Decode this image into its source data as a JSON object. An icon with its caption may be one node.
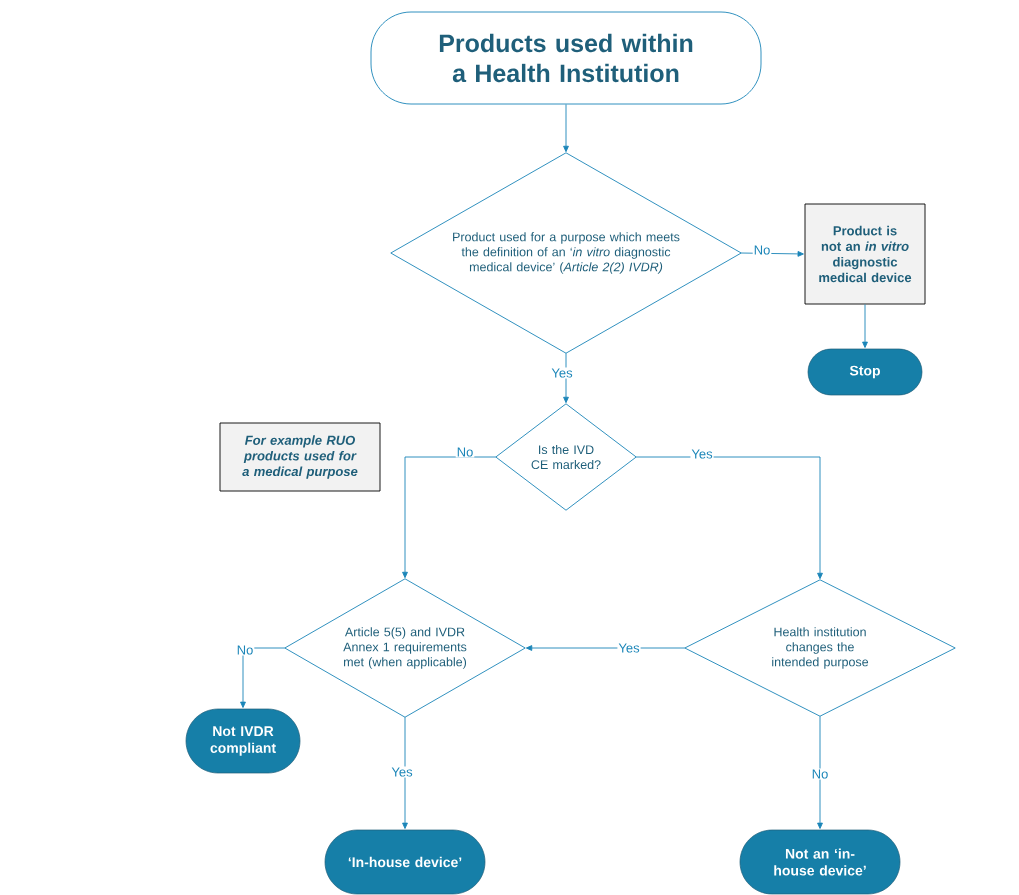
{
  "diagram": {
    "nodes": [
      {
        "text": [
          "Products used within a Health Institution"
        ]
      },
      {
        "text": [
          "Product used for a purpose which meets the definition of an ‘*in vitro* diagnostic medical device’ (*Article 2(2) IVDR)*"
        ]
      },
      {
        "text": [
          "Product is not an *in vitro* diagnostic medical device"
        ]
      },
      {
        "text": [
          "Stop"
        ]
      },
      {
        "text": [
          "For example RUO products used for a medical purpose"
        ]
      },
      {
        "text": [
          "Is the IVD CE marked?"
        ]
      },
      {
        "text": [
          "Article 5(5) and IVDR Annex 1 requirements met (when applicable)"
        ]
      },
      {
        "text": [
          "Health institution changes the intended purpose"
        ]
      },
      {
        "text": [
          "Not IVDR compliant"
        ]
      },
      {
        "text": [
          "‘In-house device’"
        ]
      },
      {
        "text": [
          "Not an ‘in-house device’"
        ]
      }
    ],
    "edges": [
      {
        "from": 0,
        "to": 1,
        "arrow": "to"
      },
      {
        "from": 1,
        "to": 2,
        "arrow": "to",
        "label": "No"
      },
      {
        "from": 2,
        "to": 3,
        "arrow": "to"
      },
      {
        "from": 1,
        "to": 5,
        "arrow": "to",
        "label": "Yes"
      },
      {
        "from": 5,
        "to": 6,
        "arrow": "to",
        "label": "No"
      },
      {
        "from": 5,
        "to": 7,
        "arrow": "to",
        "label": "Yes"
      },
      {
        "from": 7,
        "to": 6,
        "arrow": "to",
        "label": "Yes"
      },
      {
        "from": 6,
        "to": 8,
        "arrow": "to",
        "label": "No"
      },
      {
        "from": 6,
        "to": 9,
        "arrow": "to",
        "label": "Yes"
      },
      {
        "from": 7,
        "to": 10,
        "arrow": "to",
        "label": "No"
      }
    ]
  }
}
